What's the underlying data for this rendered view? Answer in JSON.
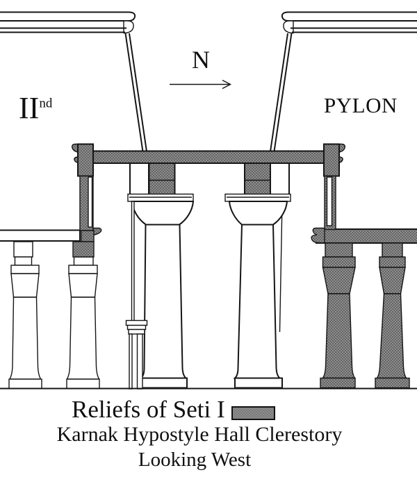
{
  "diagram": {
    "type": "architectural-section-drawing",
    "labels": {
      "pylon_left_numeral": "II",
      "pylon_left_ordinal": "nd",
      "north": "N",
      "pylon_right": "PYLON"
    },
    "legend": {
      "label": "Reliefs of Seti I",
      "swatch_fill": "#8e8e8e",
      "swatch_dot": "#424242"
    },
    "captions": {
      "title": "Karnak Hypostyle Hall Clerestory",
      "subtitle": "Looking West"
    },
    "colors": {
      "ink": "#151515",
      "paper": "#ffffff",
      "relief_fill_base": "#8e8e8e",
      "relief_fill_dot": "#424242"
    }
  }
}
